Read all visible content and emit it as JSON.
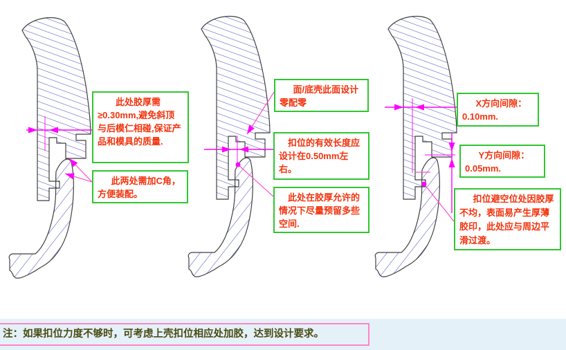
{
  "annotations": [
    {
      "id": "glue-thickness",
      "text": "此处胶厚需≥0.30mm,避免斜顶与后模仁相碰,保证产品和模具的质量."
    },
    {
      "id": "c-angle",
      "text": "此两处需加C角，方便装配。"
    },
    {
      "id": "zero-fit",
      "text": "面/底壳此面设计零配零"
    },
    {
      "id": "effective-length",
      "text": "扣位的有效长度应设计在0.50mm左右。"
    },
    {
      "id": "reserve-space",
      "text": "此处在胶厚允许的情况下尽量预留多些空间."
    },
    {
      "id": "x-gap",
      "text": "X方向间隙：0.10mm."
    },
    {
      "id": "y-gap",
      "text": "Y方向间隙：0.05mm."
    },
    {
      "id": "smooth-transition",
      "text": "扣位避空位处因胶厚不均，表面易产生厚薄胶印，此处应与周边平滑过渡。"
    }
  ],
  "note": {
    "text": "注：如果扣位力度不够时，可考虑上壳扣位相应处加胶，达到设计要求。"
  },
  "values": {
    "min_glue_thickness": "≥0.30mm",
    "snap_effective_length": "0.50mm",
    "x_direction_gap": "0.10mm",
    "y_direction_gap": "0.05mm"
  },
  "colors": {
    "annotation_border": "#2fc62f",
    "annotation_text": "#f2330d",
    "dimension_magenta": "#ff00ff",
    "leader_pink": "#ff4fd0",
    "hatch_blue": "#4343bb",
    "outline_gray": "#3f3f3f",
    "note_border": "#ff85c5",
    "note_text": "#4b4b12",
    "footer_background": "#e5f1f9"
  }
}
